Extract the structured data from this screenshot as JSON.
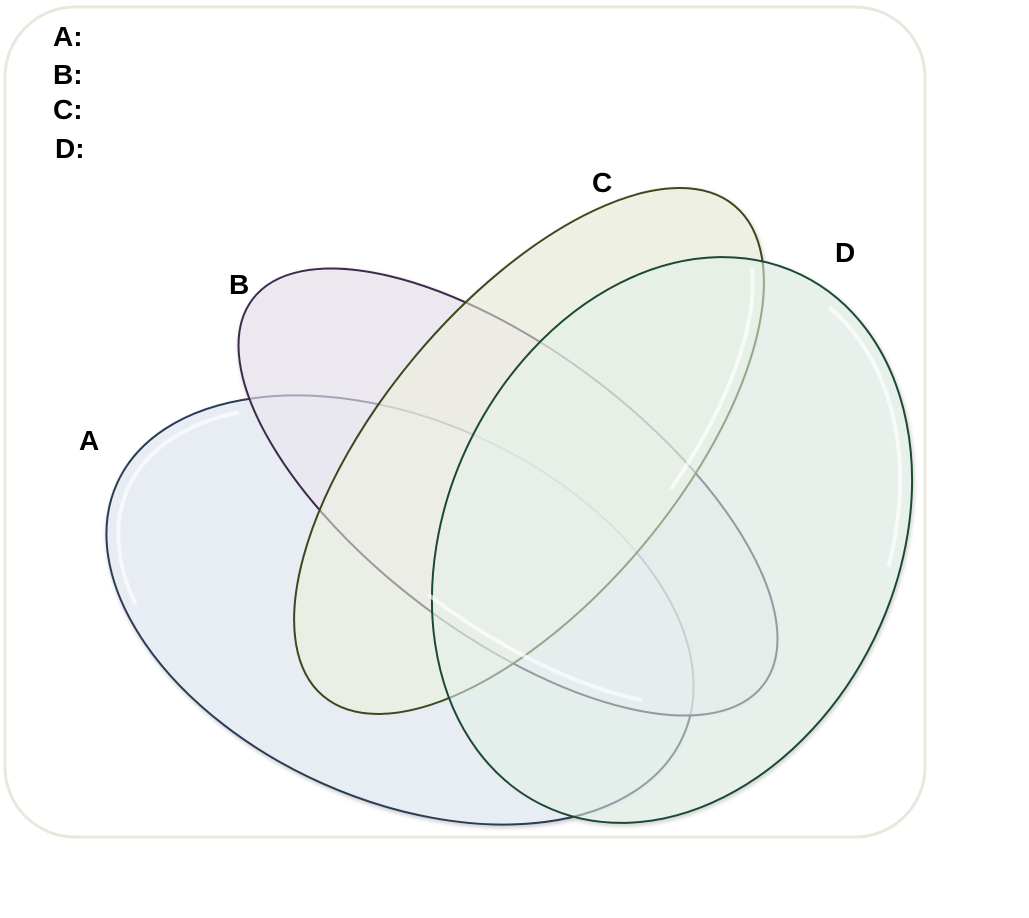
{
  "legend": {
    "items": [
      {
        "label": "A:"
      },
      {
        "label": "B:"
      },
      {
        "label": "C:"
      },
      {
        "label": "D:"
      }
    ]
  },
  "sets": {
    "a": {
      "label": "A",
      "fill": "#e8edf6",
      "stroke": "#2b3c55"
    },
    "b": {
      "label": "B",
      "fill": "#ece6f1",
      "stroke": "#3c2a4c"
    },
    "c": {
      "label": "C",
      "fill": "#eef3df",
      "stroke": "#3d4a1a"
    },
    "d": {
      "label": "D",
      "fill": "#e4f2ea",
      "stroke": "#1f4a32"
    }
  },
  "frame": {
    "border_color": "#e8e8dc"
  }
}
